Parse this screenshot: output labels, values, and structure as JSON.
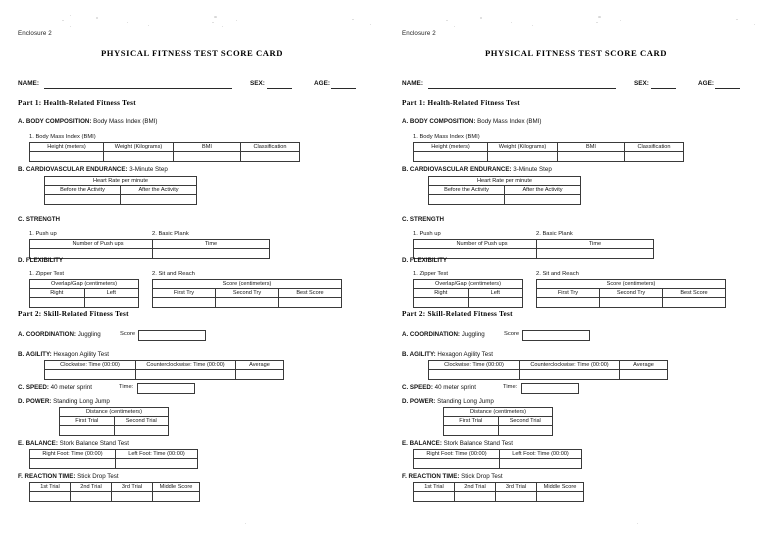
{
  "document": {
    "enclosure": "Enclosure 2",
    "title": "PHYSICAL FITNESS TEST SCORE CARD"
  },
  "identity": {
    "name_label": "NAME:",
    "sex_label": "SEX:",
    "age_label": "AGE:",
    "name_value": "",
    "sex_value": "",
    "age_value": ""
  },
  "part1": {
    "heading": "Part 1: Health-Related Fitness Test",
    "a": {
      "heading_bold": "A. BODY COMPOSITION:",
      "heading_rest": " Body Mass Index (BMI)",
      "sub": "1. Body Mass Index (BMI)",
      "columns": [
        "Height (meters)",
        "Weight (Kilograms)",
        "BMI",
        "Classification"
      ],
      "values": [
        "",
        "",
        "",
        ""
      ]
    },
    "b": {
      "heading_bold": "B. CARDIOVASCULAR ENDURANCE:",
      "heading_rest": " 3-Minute Step",
      "span_header": "Heart Rate per minute",
      "columns": [
        "Before the Activity",
        "After the Activity"
      ],
      "values": [
        "",
        ""
      ]
    },
    "c": {
      "heading_bold": "C. STRENGTH",
      "heading_rest": "",
      "push_up": {
        "sub": "1. Push up",
        "columns": [
          "Number of Push ups"
        ],
        "values": [
          ""
        ]
      },
      "basic_plank": {
        "sub": "2. Basic Plank",
        "columns": [
          "Time"
        ],
        "values": [
          ""
        ]
      }
    },
    "d": {
      "heading_bold": "D. FLEXIBILITY",
      "heading_rest": "",
      "zipper": {
        "sub": "1. Zipper Test",
        "span_header": "Overlap/Gap (centimeters)",
        "columns": [
          "Right",
          "Left"
        ],
        "values": [
          "",
          ""
        ]
      },
      "sit_and_reach": {
        "sub": "2. Sit and Reach",
        "span_header": "Score (centimeters)",
        "columns": [
          "First Try",
          "Second Try",
          "Best Score"
        ],
        "values": [
          "",
          "",
          ""
        ]
      }
    }
  },
  "part2": {
    "heading": "Part 2: Skill-Related Fitness Test",
    "a": {
      "heading_bold": "A. COORDINATION:",
      "heading_rest": " Juggling",
      "score_label": "Score",
      "score_value": ""
    },
    "b": {
      "heading_bold": "B. AGILITY:",
      "heading_rest": " Hexagon Agility Test",
      "columns": [
        "Clockwise: Time (00:00)",
        "Counterclockwise: Time (00:00)",
        "Average"
      ],
      "values": [
        "",
        "",
        ""
      ]
    },
    "c": {
      "heading_bold": "C. SPEED:",
      "heading_rest": " 40 meter sprint",
      "time_label": "Time:",
      "time_value": ""
    },
    "d": {
      "heading_bold": "D. POWER:",
      "heading_rest": " Standing Long Jump",
      "span_header": "Distance (centimeters)",
      "columns": [
        "First Trial",
        "Second Trial"
      ],
      "values": [
        "",
        ""
      ]
    },
    "e": {
      "heading_bold": "E. BALANCE:",
      "heading_rest": " Stork Balance Stand Test",
      "columns": [
        "Right Foot: Time (00:00)",
        "Left Foot: Time (00:00)"
      ],
      "values": [
        "",
        ""
      ]
    },
    "f": {
      "heading_bold": "F. REACTION TIME:",
      "heading_rest": " Stick Drop Test",
      "columns": [
        "1st Trial",
        "2nd Trial",
        "3rd Trial",
        "Middle Score"
      ],
      "values": [
        "",
        "",
        "",
        ""
      ]
    }
  },
  "layout": {
    "copies": 2,
    "ink_color": "#141414",
    "rule_color": "#3a3a3a",
    "paper_color": "#ffffff"
  }
}
